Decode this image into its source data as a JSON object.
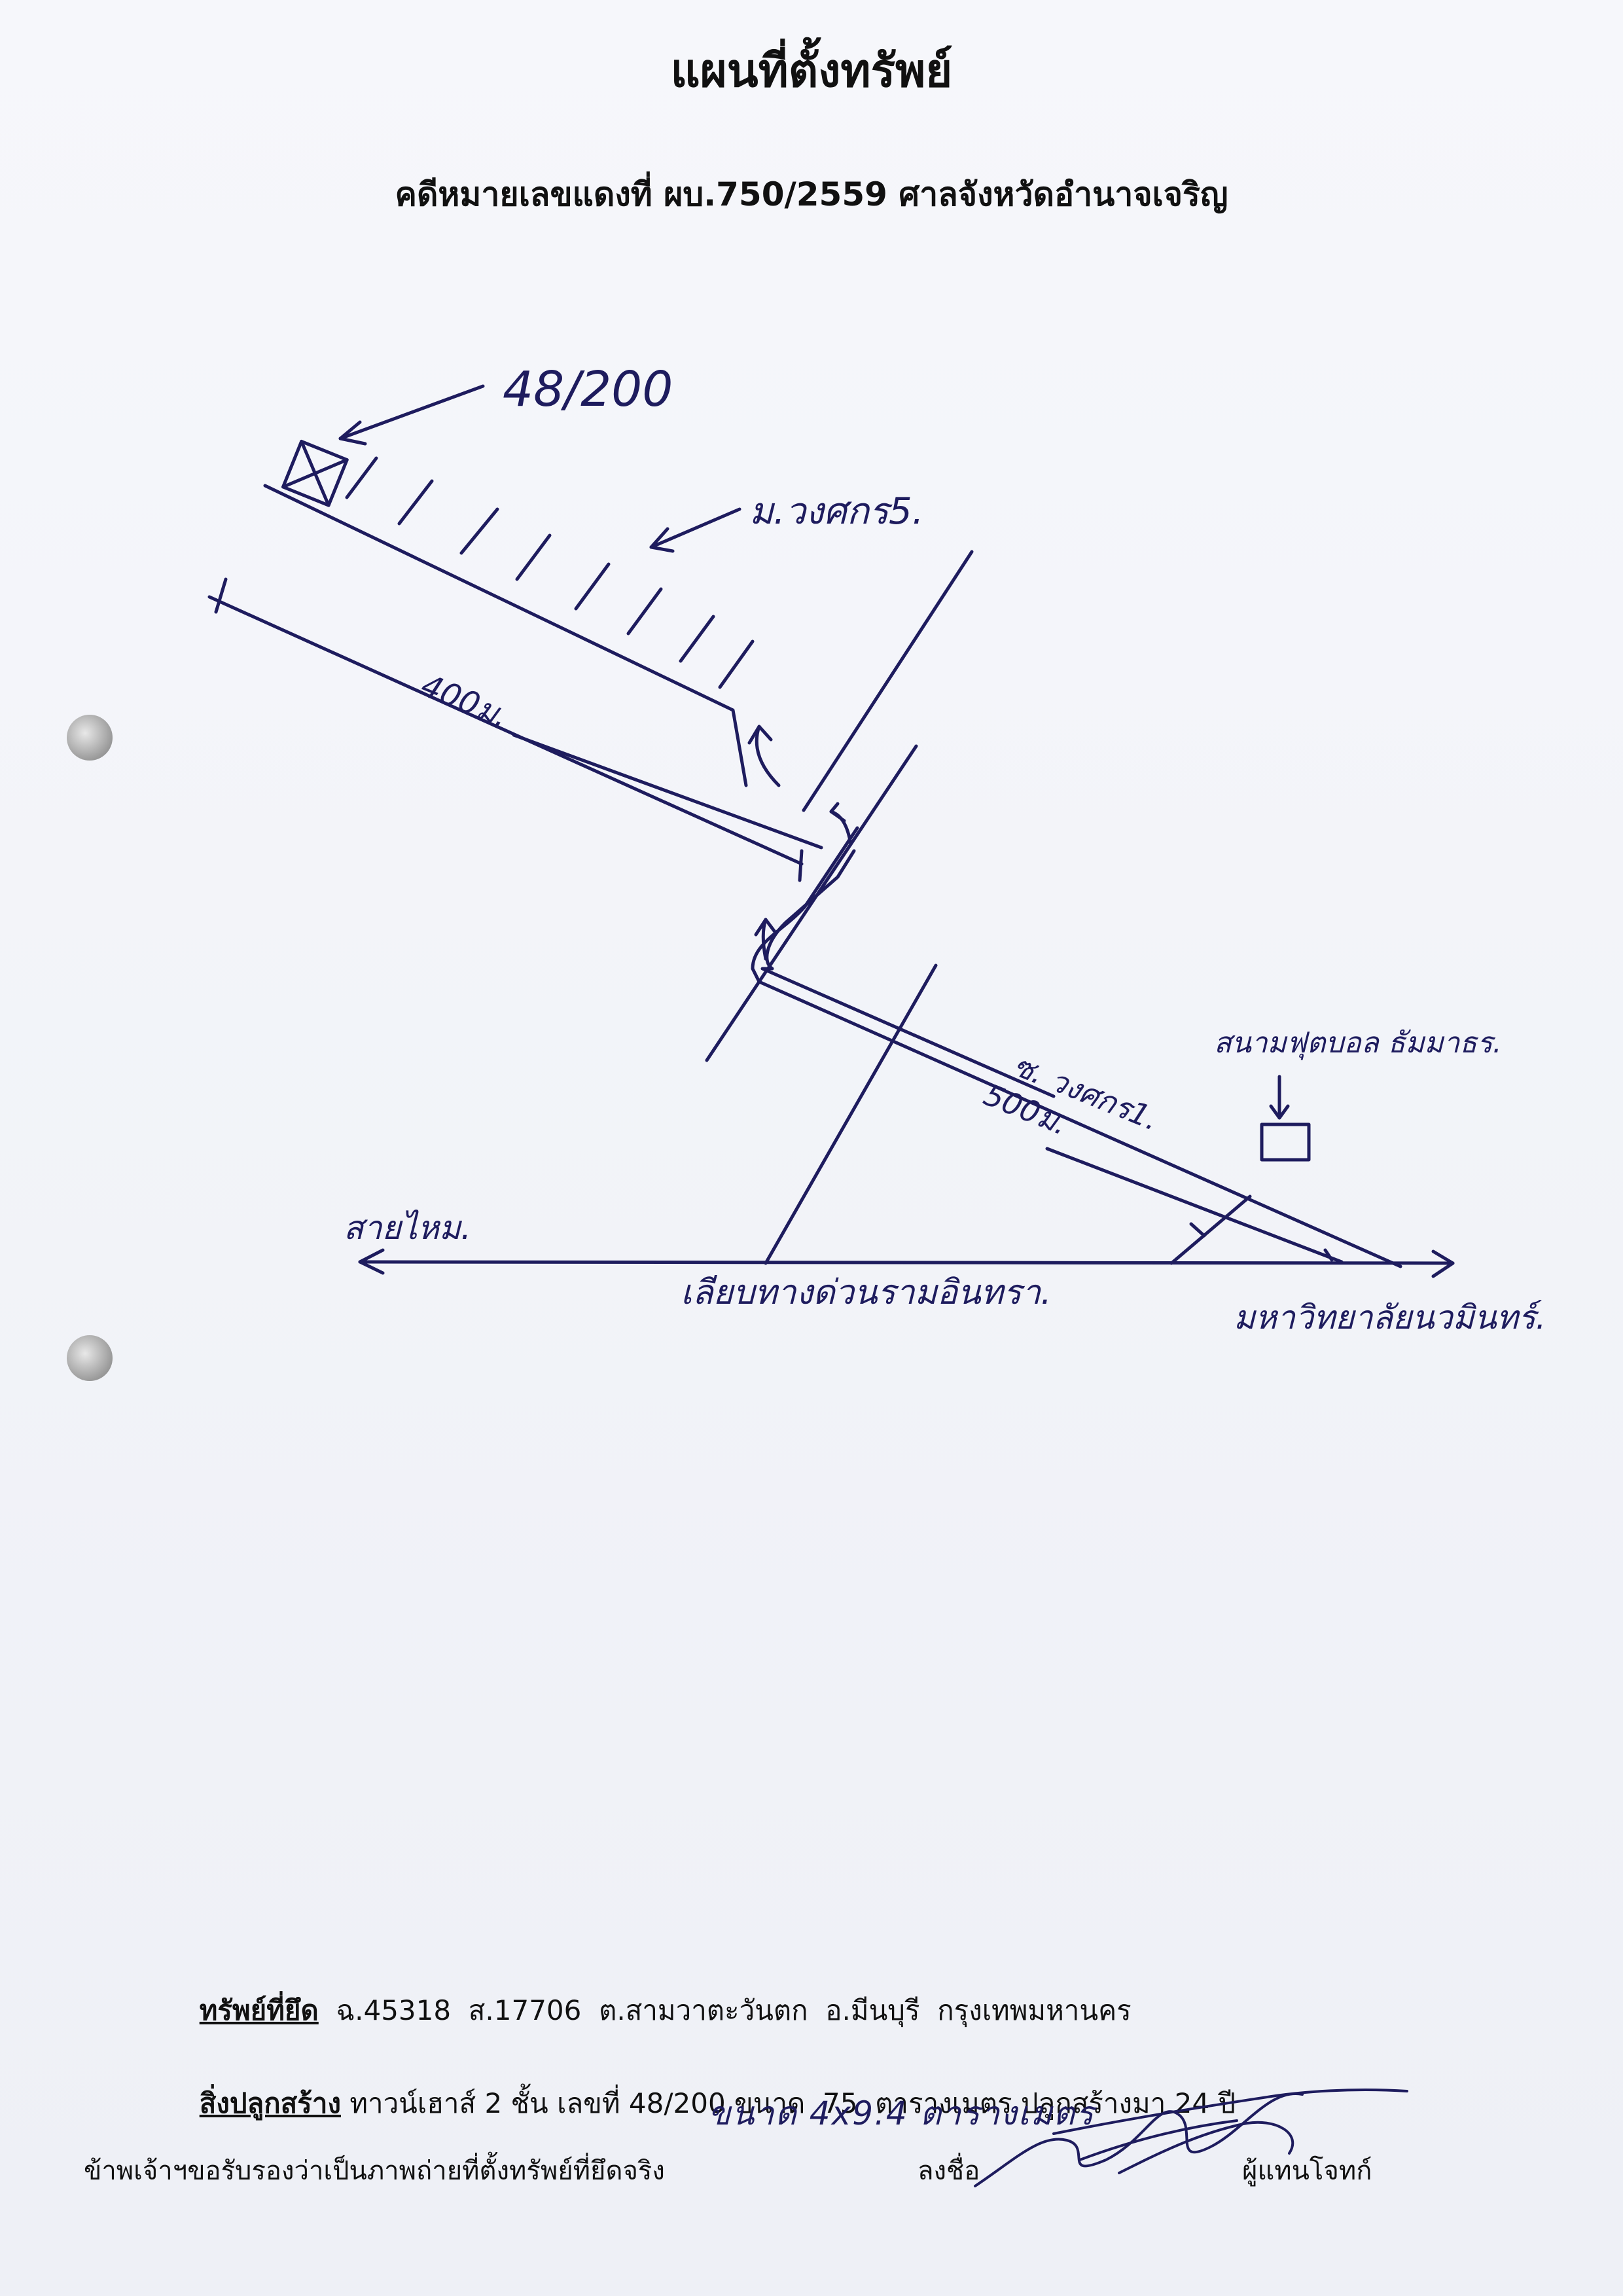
{
  "header": {
    "title": "แผนที่ตั้งทรัพย์",
    "case_line": "คดีหมายเลขแดงที่ ผบ.750/2559 ศาลจังหวัดอำนาจเจริญ"
  },
  "sketch": {
    "house_number": "48/200",
    "village_label": "ม.วงศกร5.",
    "distance_1": "400ม.",
    "soi_label": "ซ. วงศกร1.",
    "distance_2": "500ม.",
    "football_field": "สนามฟุตบอล ธัมมาธร.",
    "left_direction": "สายไหม.",
    "main_road": "เลียบทางด่วนรามอินทรา.",
    "right_direction": "มหาวิทยาลัยนวมินทร์."
  },
  "footer": {
    "property_label": "ทรัพย์ที่ยึด",
    "property_value": "  ฉ.45318  ส.17706  ต.สามวาตะวันตก  อ.มีนบุรี  กรุงเทพมหานคร",
    "building_label": "สิ่งปลูกสร้าง",
    "building_value": " ทาวน์เฮาส์ 2 ชั้น เลขที่ 48/200 ขนาด  75  ตารางเมตร ปลูกสร้างมา 24 ปี",
    "handwritten_size": "ขนาด 4x9.4 ตารางเมตร",
    "certify": "ข้าพเจ้าฯขอรับรองว่าเป็นภาพถ่ายที่ตั้งทรัพย์ที่ยึดจริง",
    "sign_label": "ลงชื่อ",
    "agent_label": "ผู้แทนโจทก์"
  },
  "colors": {
    "ink": "#1e1c5e",
    "paper": "#f3f4f9"
  }
}
